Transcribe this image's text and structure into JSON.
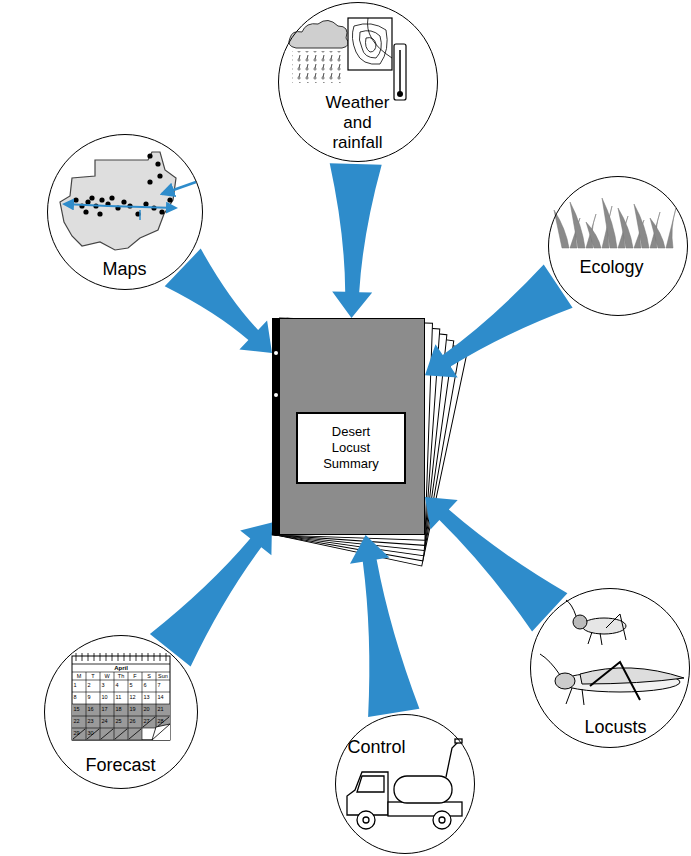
{
  "diagram": {
    "nodes": [
      {
        "text": [
          "Weather and rainfall"
        ]
      },
      {
        "text": [
          "Maps"
        ]
      },
      {
        "text": [
          "Ecology"
        ]
      },
      {
        "text": [
          "Desert Locust Summary"
        ]
      },
      {
        "text": [
          "Forecast"
        ]
      },
      {
        "text": [
          "Locusts"
        ]
      },
      {
        "text": [
          "Control"
        ]
      }
    ],
    "edges": [
      {
        "from": 0,
        "to": 3,
        "arrow": "to"
      },
      {
        "from": 1,
        "to": 3,
        "arrow": "to"
      },
      {
        "from": 2,
        "to": 3,
        "arrow": "to"
      },
      {
        "from": 4,
        "to": 3,
        "arrow": "to"
      },
      {
        "from": 5,
        "to": 3,
        "arrow": "to"
      },
      {
        "from": 6,
        "to": 3,
        "arrow": "to"
      }
    ],
    "labels": [
      "April",
      "M",
      "T",
      "W",
      "Th",
      "F",
      "S",
      "Sun",
      "1",
      "2",
      "3",
      "4",
      "5",
      "6",
      "7",
      "8",
      "9",
      "10",
      "11",
      "12",
      "13",
      "14",
      "15",
      "16",
      "17",
      "18",
      "19",
      "20",
      "21",
      "22",
      "23",
      "24",
      "25",
      "26",
      "27",
      "28",
      "29",
      "30"
    ]
  }
}
